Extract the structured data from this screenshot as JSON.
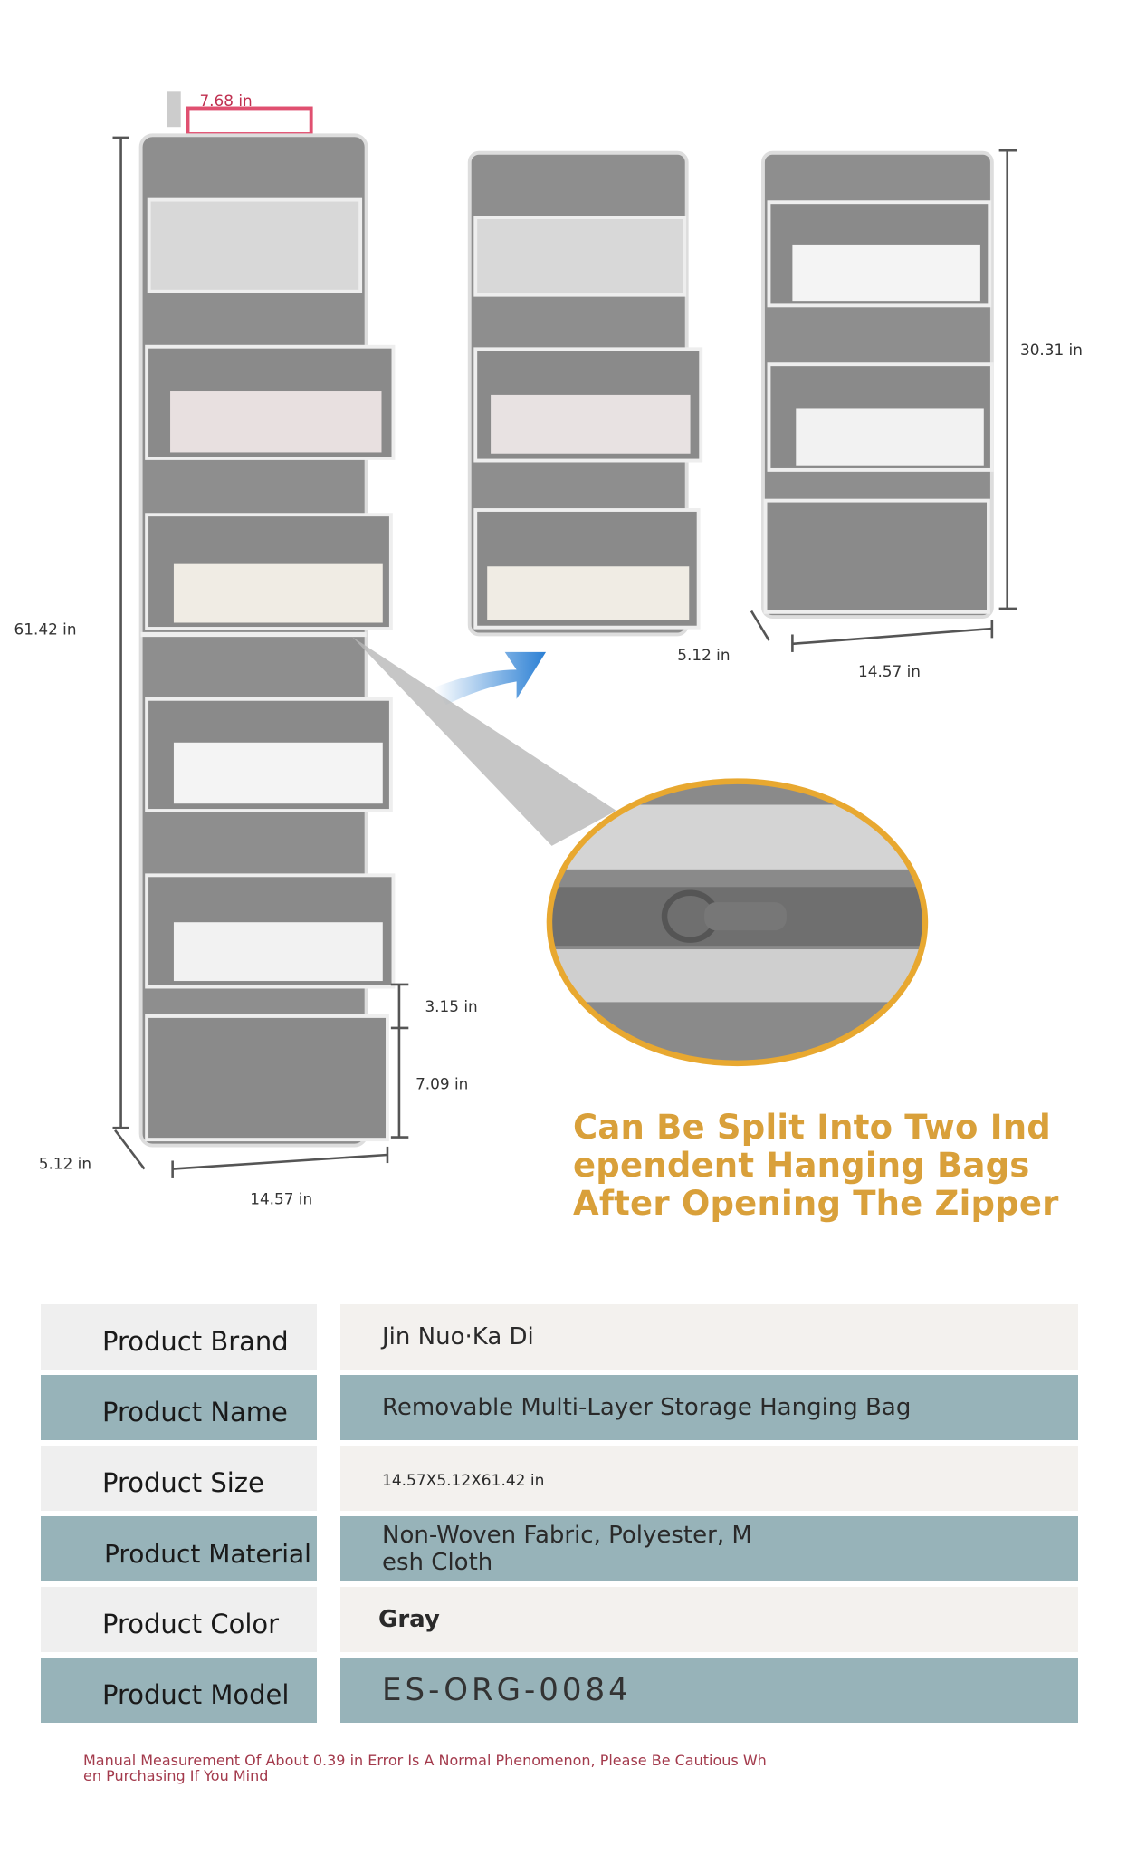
{
  "dimensions": {
    "top_width": "7.68 in",
    "total_height": "61.42 in",
    "pocket_gap": "3.15 in",
    "pocket_height": "7.09 in",
    "depth_left": "5.12 in",
    "width_left": "14.57 in",
    "depth_right": "5.12 in",
    "width_right": "14.57 in",
    "half_height": "30.31 in"
  },
  "headline": [
    "Can Be Split Into Two Ind",
    "ependent Hanging Bags",
    "After Opening The Zipper"
  ],
  "specs": [
    {
      "label": "Product Brand",
      "value": "Jin Nuo·Ka Di"
    },
    {
      "label": "Product Name",
      "value": "Removable Multi-Layer Storage Hanging Bag"
    },
    {
      "label": "Product Size",
      "value": "14.57X5.12X61.42 in"
    },
    {
      "label": "Product Material",
      "value": "Non-Woven Fabric, Polyester, M",
      "value2": "esh Cloth"
    },
    {
      "label": "Product Color",
      "value": "Gray"
    },
    {
      "label": "Product Model",
      "value": "ES-ORG-0084"
    }
  ],
  "note": [
    "Manual Measurement Of About 0.39 in Error Is A Normal Phenomenon, Please Be Cautious Wh",
    "en Purchasing If You Mind"
  ],
  "colors": {
    "headline": "#d9a03a",
    "row_dark": "#97b3b9",
    "row_light": "#f3f1ee",
    "note": "#a33a4c",
    "fabric": "#8a8a8a",
    "zoom_ring": "#e8a830",
    "arrow": "#2a7fd4"
  }
}
